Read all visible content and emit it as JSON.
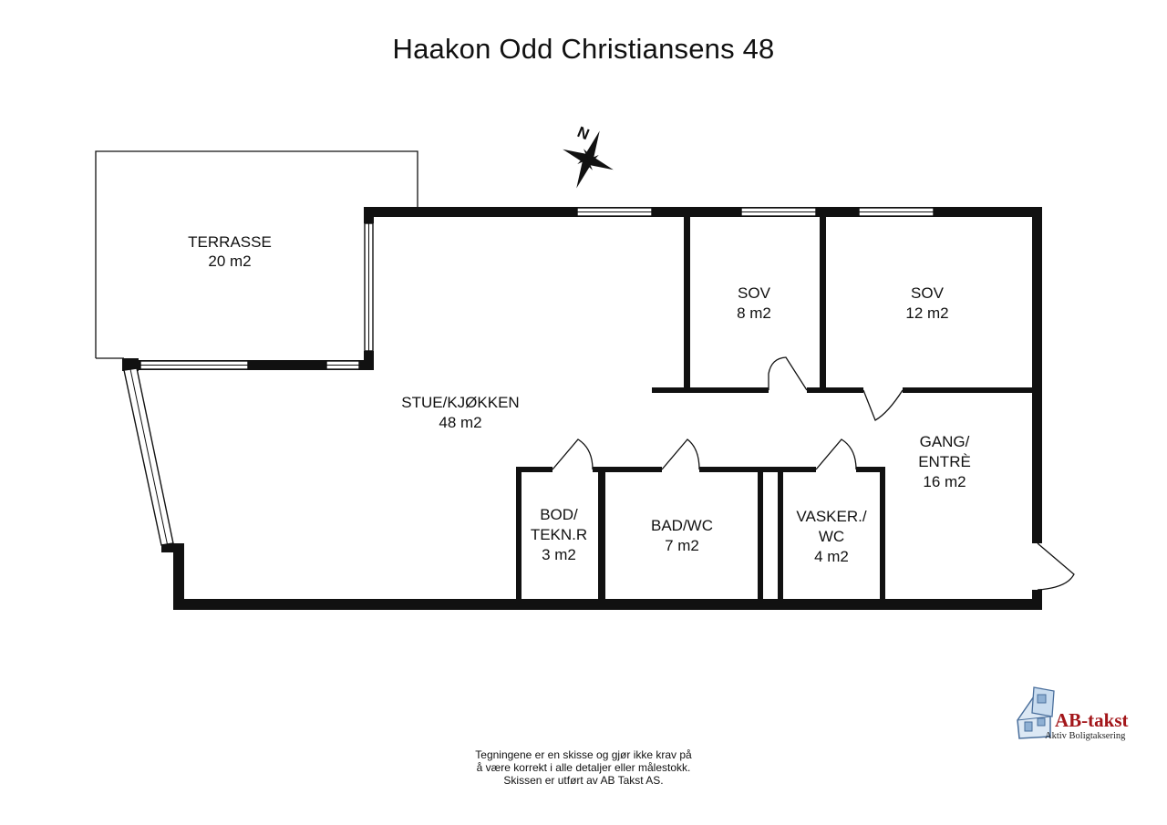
{
  "title": "Haakon Odd Christiansens 48",
  "rooms": [
    {
      "name": "TERRASSE",
      "area": "20 m2"
    },
    {
      "name": "STUE/KJØKKEN",
      "area": "48 m2"
    },
    {
      "name": "SOV",
      "area": "8 m2"
    },
    {
      "name": "SOV",
      "area": "12 m2"
    },
    {
      "name": "GANG/",
      "name2": "ENTRÈ",
      "area": "16 m2"
    },
    {
      "name": "BOD/",
      "name2": "TEKN.R",
      "area": "3 m2"
    },
    {
      "name": "BAD/WC",
      "area": "7 m2"
    },
    {
      "name": "VASKER./",
      "name2": "WC",
      "area": "4 m2"
    }
  ],
  "compass": {
    "label": "N"
  },
  "disclaimer": {
    "line1": "Tegningene er en skisse og gjør ikke krav på",
    "line2": "å være korrekt i alle detaljer eller målestokk.",
    "line3": "Skissen er utført av AB Takst AS."
  },
  "logo": {
    "brand": "AB-takst",
    "tagline": "Aktiv Boligtaksering",
    "color": "#a3161a"
  }
}
